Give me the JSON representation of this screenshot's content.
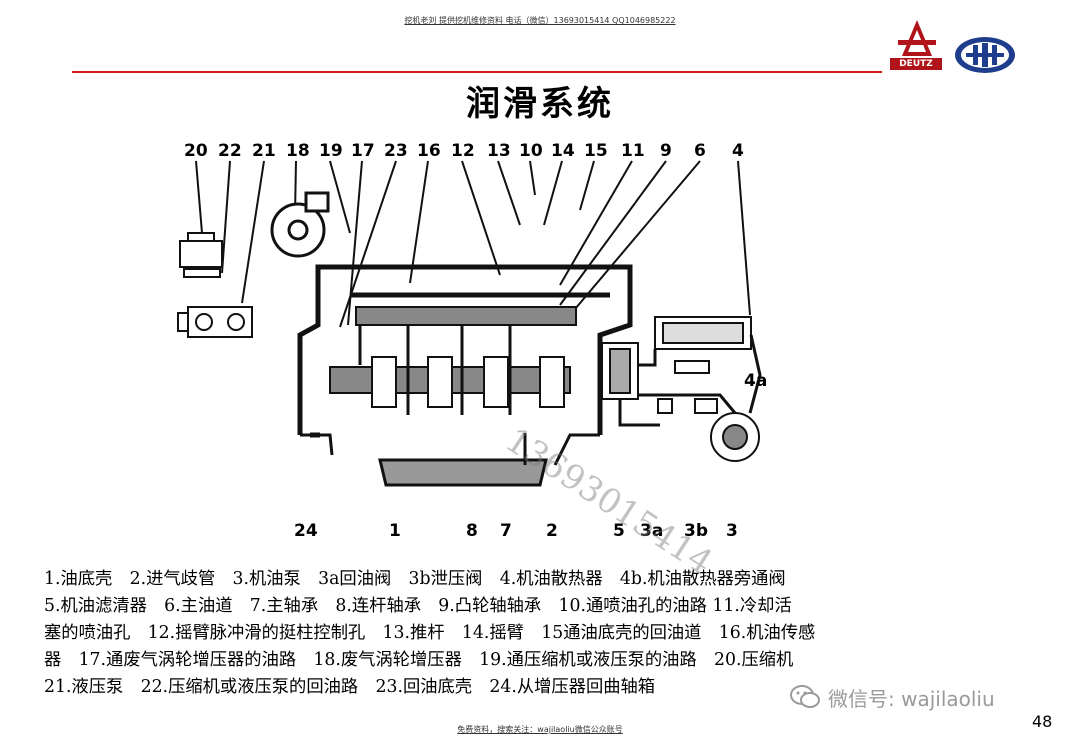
{
  "header": {
    "top_note": "挖机老刘 提供挖机维修资料 电话（微信）13693015414 QQ1046985222",
    "brand_deutz": "DEUTZ",
    "logos": [
      "deutz-logo",
      "faw-logo"
    ],
    "accent_color": "#d31c1c"
  },
  "title": "润滑系统",
  "diagram": {
    "top_labels": [
      "20",
      "22",
      "21",
      "18",
      "19",
      "17",
      "23",
      "16",
      "12",
      "13",
      "10",
      "14",
      "15",
      "11",
      "9",
      "6",
      "4"
    ],
    "side_label": "4a",
    "bottom_labels": [
      "24",
      "1",
      "8",
      "7",
      "2",
      "5",
      "3a",
      "3b",
      "3"
    ],
    "watermark": "13693015414"
  },
  "legend": {
    "lines": [
      "1.油底壳　2.进气歧管　3.机油泵　3a回油阀　3b泄压阀　4.机油散热器　4b.机油散热器旁通阀",
      "5.机油滤清器　6.主油道　7.主轴承　8.连杆轴承　9.凸轮轴轴承　10.通喷油孔的油路 11.冷却活",
      "塞的喷油孔　12.摇臂脉冲滑的挺柱控制孔　13.推杆　14.摇臂　15通油底壳的回油道　16.机油传感",
      "器　17.通废气涡轮增压器的油路　18.废气涡轮增压器　19.通压缩机或液压泵的油路　20.压缩机",
      "21.液压泵　22.压缩机或液压泵的回油路　23.回油底壳　24.从增压器回曲轴箱"
    ]
  },
  "footer": {
    "note": "免费资料，搜索关注：wajilaoliu微信公众账号",
    "wechat": "微信号: wajilaoliu",
    "page_number": "48"
  }
}
